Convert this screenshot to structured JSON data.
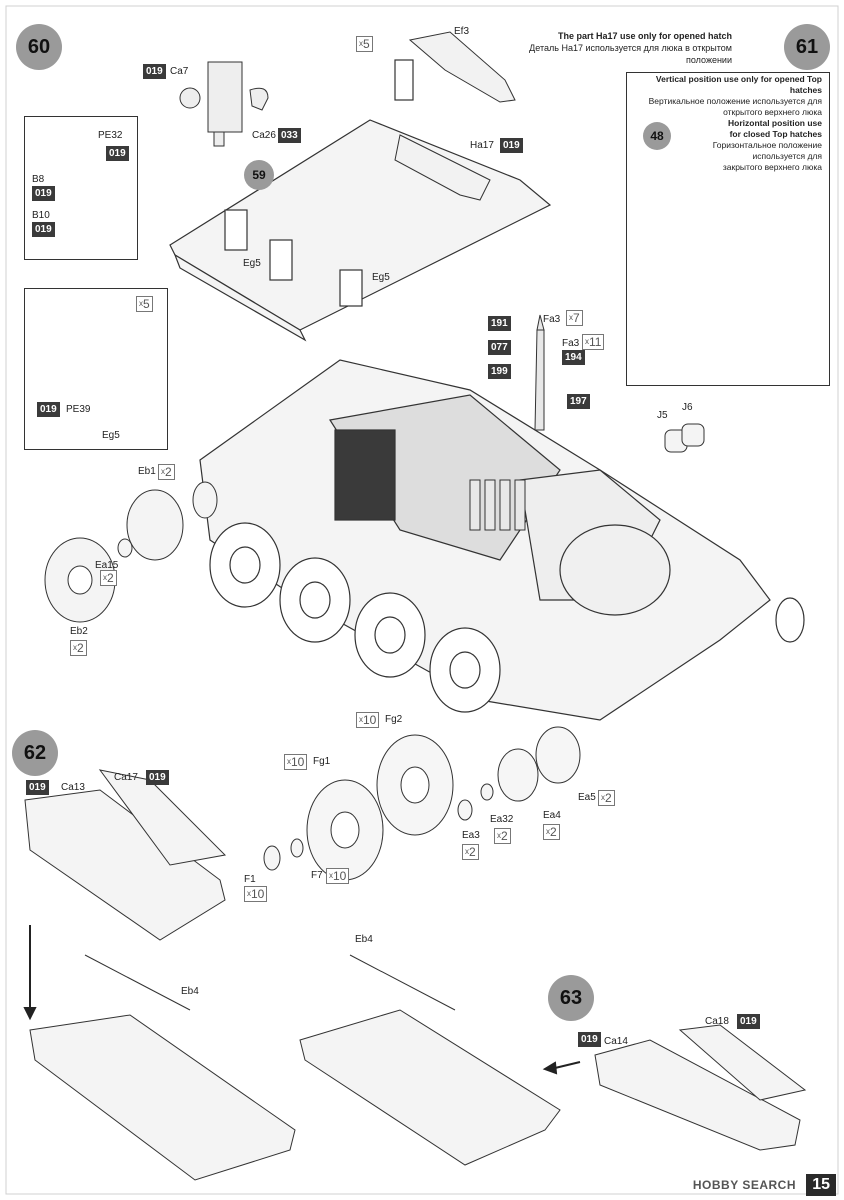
{
  "page_number": "15",
  "watermark": "HOBBY SEARCH",
  "steps": {
    "s60": "60",
    "s61": "61",
    "s62": "62",
    "s63": "63",
    "s59": "59",
    "s48": "48"
  },
  "notes": {
    "ha17_en": "The part Ha17 use only for opened hatch",
    "ha17_ru": "Деталь Ha17 используется для люка в открытом положении",
    "top_en_1": "Vertical position use only for opened Top hatches",
    "top_ru_1a": "Вертикальное положение используется для",
    "top_ru_1b": "открытого верхнего люка",
    "top_en_2a": "Horizontal position use",
    "top_en_2b": "for closed Top hatches",
    "top_ru_2a": "Горизонтальное положение",
    "top_ru_2b": "используется для",
    "top_ru_2c": "закрытого верхнего люка"
  },
  "codes": [
    "019",
    "033",
    "077",
    "191",
    "194",
    "197",
    "199"
  ],
  "parts": {
    "ca7": "Ca7",
    "ca26": "Ca26",
    "pe32": "PE32",
    "b8": "B8",
    "b10": "B10",
    "ef3": "Ef3",
    "ha17": "Ha17",
    "eg5a": "Eg5",
    "eg5b": "Eg5",
    "pe39": "PE39",
    "eg5c": "Eg5",
    "fa3a": "Fa3",
    "fa3b": "Fa3",
    "j5": "J5",
    "j6": "J6",
    "eb1": "Eb1",
    "ea15": "Ea15",
    "eb2": "Eb2",
    "fg2": "Fg2",
    "fg1": "Fg1",
    "ea32": "Ea32",
    "ea3": "Ea3",
    "ea4": "Ea4",
    "ea5": "Ea5",
    "f1": "F1",
    "f7": "F7",
    "ca13": "Ca13",
    "ca17": "Ca17",
    "eb4a": "Eb4",
    "eb4b": "Eb4",
    "ca14": "Ca14",
    "ca18": "Ca18"
  },
  "mults": {
    "x5a": "5",
    "x5b": "5",
    "x7": "7",
    "x11": "11",
    "eb1": "2",
    "ea15": "2",
    "eb2": "2",
    "fg2": "10",
    "fg1": "10",
    "ea32": "2",
    "ea3": "2",
    "ea4": "2",
    "ea5": "2",
    "f1": "10",
    "f7": "10"
  }
}
